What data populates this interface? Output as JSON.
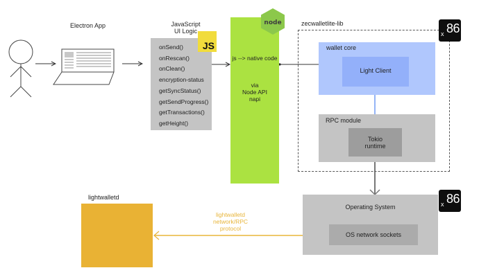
{
  "electron": {
    "title": "Electron App"
  },
  "js_logic": {
    "title_line1": "JavaScript",
    "title_line2": "UI Logic",
    "badge": "JS",
    "functions": [
      "onSend()",
      "onRescan()",
      "onClean()",
      "encryption-status",
      "getSyncStatus()",
      "getSendProgress()",
      "getTransactions()",
      "getHeight()"
    ]
  },
  "napi": {
    "logo": "node",
    "title": "js --> native code",
    "via_lines": [
      "via",
      "Node API",
      "napi"
    ]
  },
  "lib": {
    "title": "zecwalletlite-lib",
    "arch_badge": {
      "prefix": "x",
      "number": "86"
    },
    "wallet_core": "wallet core",
    "light_client": "Light Client",
    "rpc_module": "RPC module",
    "tokio_line1": "Tokio",
    "tokio_line2": "runtime"
  },
  "os": {
    "title": "Operating System",
    "sockets": "OS network sockets",
    "arch_badge": {
      "prefix": "x",
      "number": "86"
    }
  },
  "lightwalletd": {
    "title": "lightwalletd",
    "protocol_lines": [
      "lightwalletd",
      "network/RPC",
      "protocol"
    ]
  },
  "colors": {
    "node_green": "#abe241",
    "js_yellow": "#f1dc3c",
    "wallet_blue": "#b0c7fd",
    "light_client_blue": "#93b0fa",
    "arrow_blue": "#5b8bf0",
    "lightwalletd_orange": "#e9b234",
    "grey_box": "#c4c4c4",
    "dark_grey_box": "#9d9d9d"
  }
}
